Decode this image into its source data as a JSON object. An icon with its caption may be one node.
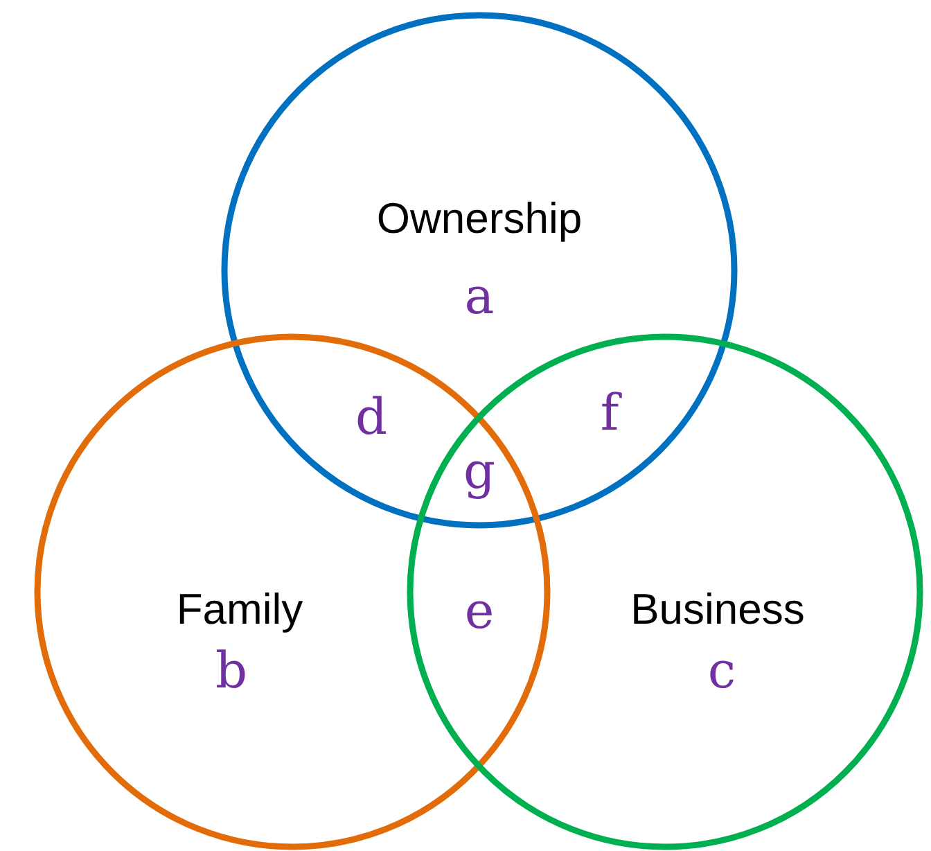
{
  "diagram": {
    "nodes": [
      {
        "text": [
          "Ownership",
          "a"
        ]
      },
      {
        "text": [
          "Family",
          "b"
        ]
      },
      {
        "text": [
          "Business",
          "c"
        ]
      }
    ],
    "labels": [
      "d",
      "f",
      "g",
      "e"
    ]
  }
}
